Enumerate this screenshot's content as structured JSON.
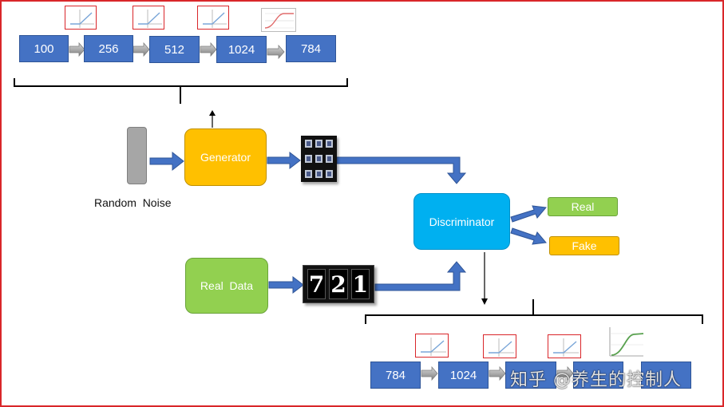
{
  "generator_layers": [
    "100",
    "256",
    "512",
    "1024",
    "784"
  ],
  "discriminator_layers": [
    "784",
    "1024",
    "",
    "",
    ""
  ],
  "activation_icons": [
    "relu-curve-icon",
    "relu-curve-icon",
    "relu-curve-icon",
    "tanh-curve-icon"
  ],
  "noise": {
    "label": "Random  Noise"
  },
  "generator": {
    "label": "Generator"
  },
  "discriminator": {
    "label": "Discriminator"
  },
  "real_data": {
    "label": "Real  Data",
    "digits": [
      "7",
      "2",
      "1"
    ]
  },
  "outputs": {
    "real": "Real",
    "fake": "Fake"
  },
  "watermark": "知乎 @养生的控制人",
  "colors": {
    "layer_box": "#4472c4",
    "generator": "#ffc000",
    "discriminator": "#00b0f0",
    "real_data": "#92d050",
    "real_out": "#92d050",
    "fake_out": "#ffc000",
    "noise": "#a6a6a6",
    "frame": "#d9262a"
  }
}
